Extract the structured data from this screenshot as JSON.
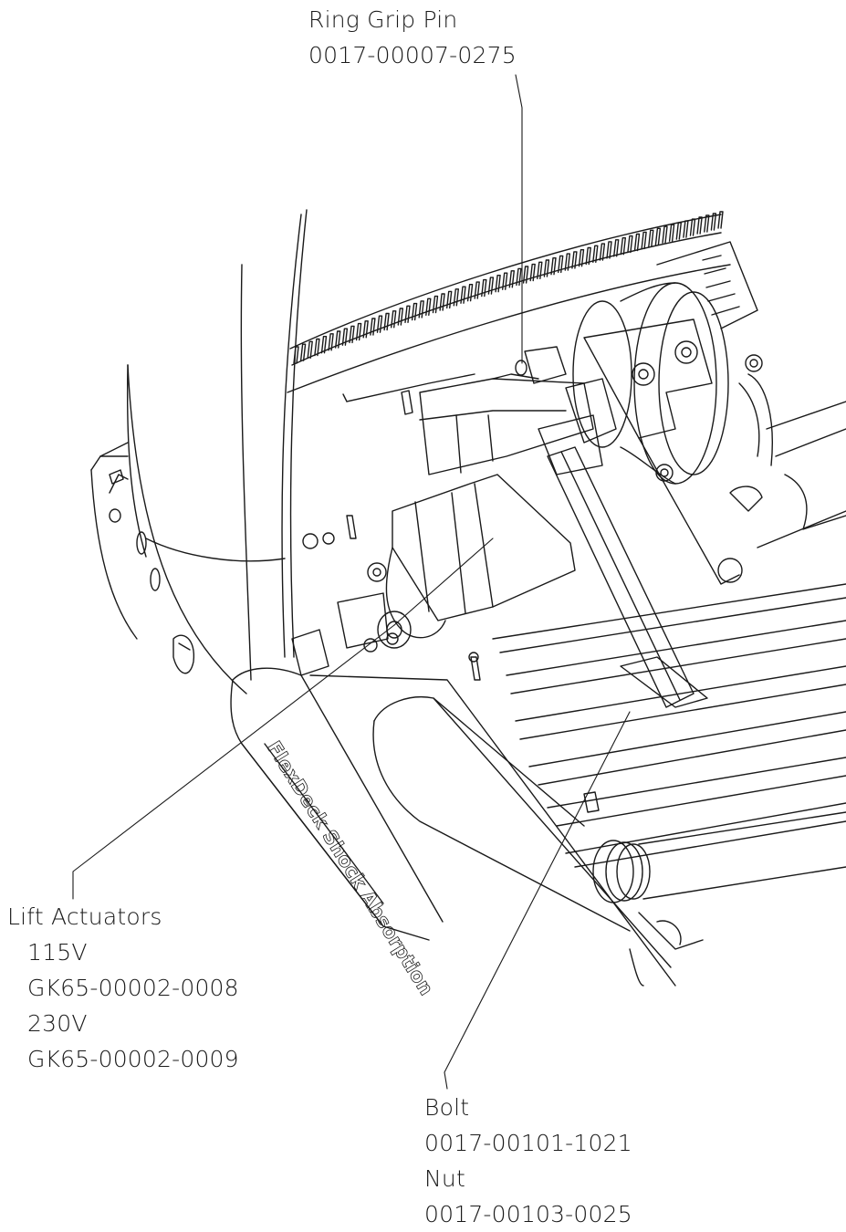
{
  "callouts": {
    "ring_grip_pin": {
      "name": "Ring Grip Pin",
      "part": "0017-00007-0275"
    },
    "lift_actuators": {
      "name": "Lift Actuators",
      "v115": "115V",
      "part_115": "GK65-00002-0008",
      "v230": "230V",
      "part_230": "GK65-00002-0009"
    },
    "bolt_nut": {
      "bolt": "Bolt",
      "bolt_part": "0017-00101-1021",
      "nut": "Nut",
      "nut_part": "0017-00103-0025"
    }
  },
  "embossed_text": "FlexDeck Shock Absorption",
  "colors": {
    "line": "#1a1a1a",
    "background": "#ffffff"
  }
}
